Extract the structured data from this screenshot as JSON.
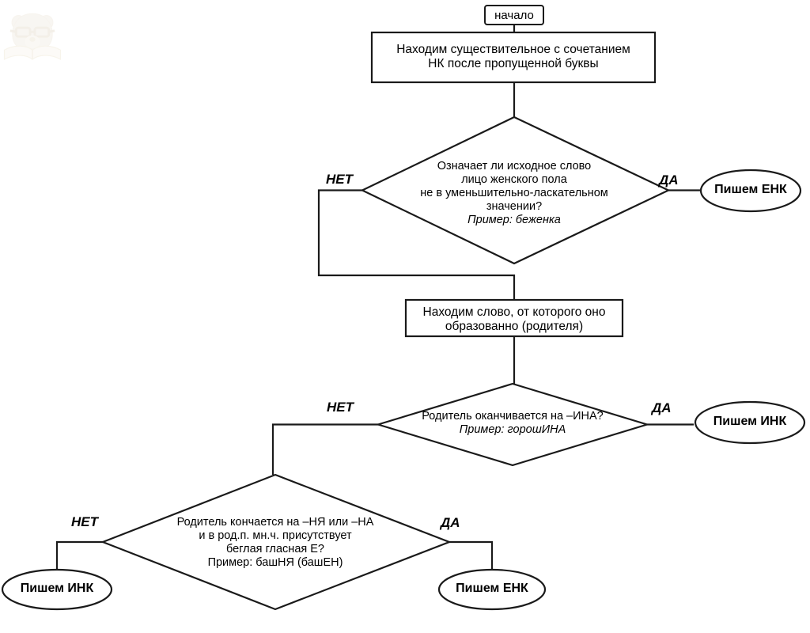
{
  "diagram": {
    "title_node": {
      "label": "начало"
    },
    "nodes": [
      {
        "id": "start",
        "kind": "terminator",
        "label": "начало"
      },
      {
        "id": "process-find-noun",
        "kind": "process",
        "lines": [
          "Находим существительное с сочетанием",
          "НК после пропущенной буквы"
        ]
      },
      {
        "id": "decision-female-person",
        "kind": "decision",
        "lines": [
          "Означает ли исходное слово",
          "лицо женского пола",
          "не в уменьшительно-ласкательном",
          "значении?"
        ],
        "example": "Пример: беженка",
        "example_italic": true
      },
      {
        "id": "process-find-parent",
        "kind": "process",
        "lines": [
          "Находим слово, от которого оно",
          "образованно (родителя)"
        ]
      },
      {
        "id": "decision-ina-ending",
        "kind": "decision",
        "lines": [
          "Родитель оканчивается на –ИНА?"
        ],
        "example": "Пример: горошИНА",
        "example_italic": true
      },
      {
        "id": "decision-nya-na-ending",
        "kind": "decision",
        "lines": [
          "Родитель кончается на –НЯ или –НА",
          "и в род.п. мн.ч. присутствует",
          "беглая гласная Е?"
        ],
        "example": "Пример: башНЯ (башЕН)",
        "example_italic": false
      },
      {
        "id": "result-enk-top",
        "kind": "terminal-ellipse",
        "label": "Пишем ЕНК",
        "color": "#bcdcf4"
      },
      {
        "id": "result-ink-middle",
        "kind": "terminal-ellipse",
        "label": "Пишем ИНК",
        "color": "#fad2bd"
      },
      {
        "id": "result-ink-bottom",
        "kind": "terminal-ellipse",
        "label": "Пишем ИНК",
        "color": "#fad2bd"
      },
      {
        "id": "result-enk-bottom",
        "kind": "terminal-ellipse",
        "label": "Пишем ЕНК",
        "color": "#bcdcf4"
      }
    ],
    "branch_labels": {
      "yes": "ДА",
      "no": "НЕТ"
    },
    "branches": [
      {
        "from": "decision-female-person",
        "label": "НЕТ",
        "side": "left"
      },
      {
        "from": "decision-female-person",
        "label": "ДА",
        "side": "right"
      },
      {
        "from": "decision-ina-ending",
        "label": "НЕТ",
        "side": "left"
      },
      {
        "from": "decision-ina-ending",
        "label": "ДА",
        "side": "right"
      },
      {
        "from": "decision-nya-na-ending",
        "label": "НЕТ",
        "side": "left"
      },
      {
        "from": "decision-nya-na-ending",
        "label": "ДА",
        "side": "right"
      }
    ],
    "colors": {
      "stroke": "#1a1a1a",
      "fill": "#ffffff",
      "enk": "#bcdcf4",
      "ink": "#fad2bd"
    }
  },
  "watermark": {
    "name": "bear-with-glasses-reading-book-logo"
  }
}
